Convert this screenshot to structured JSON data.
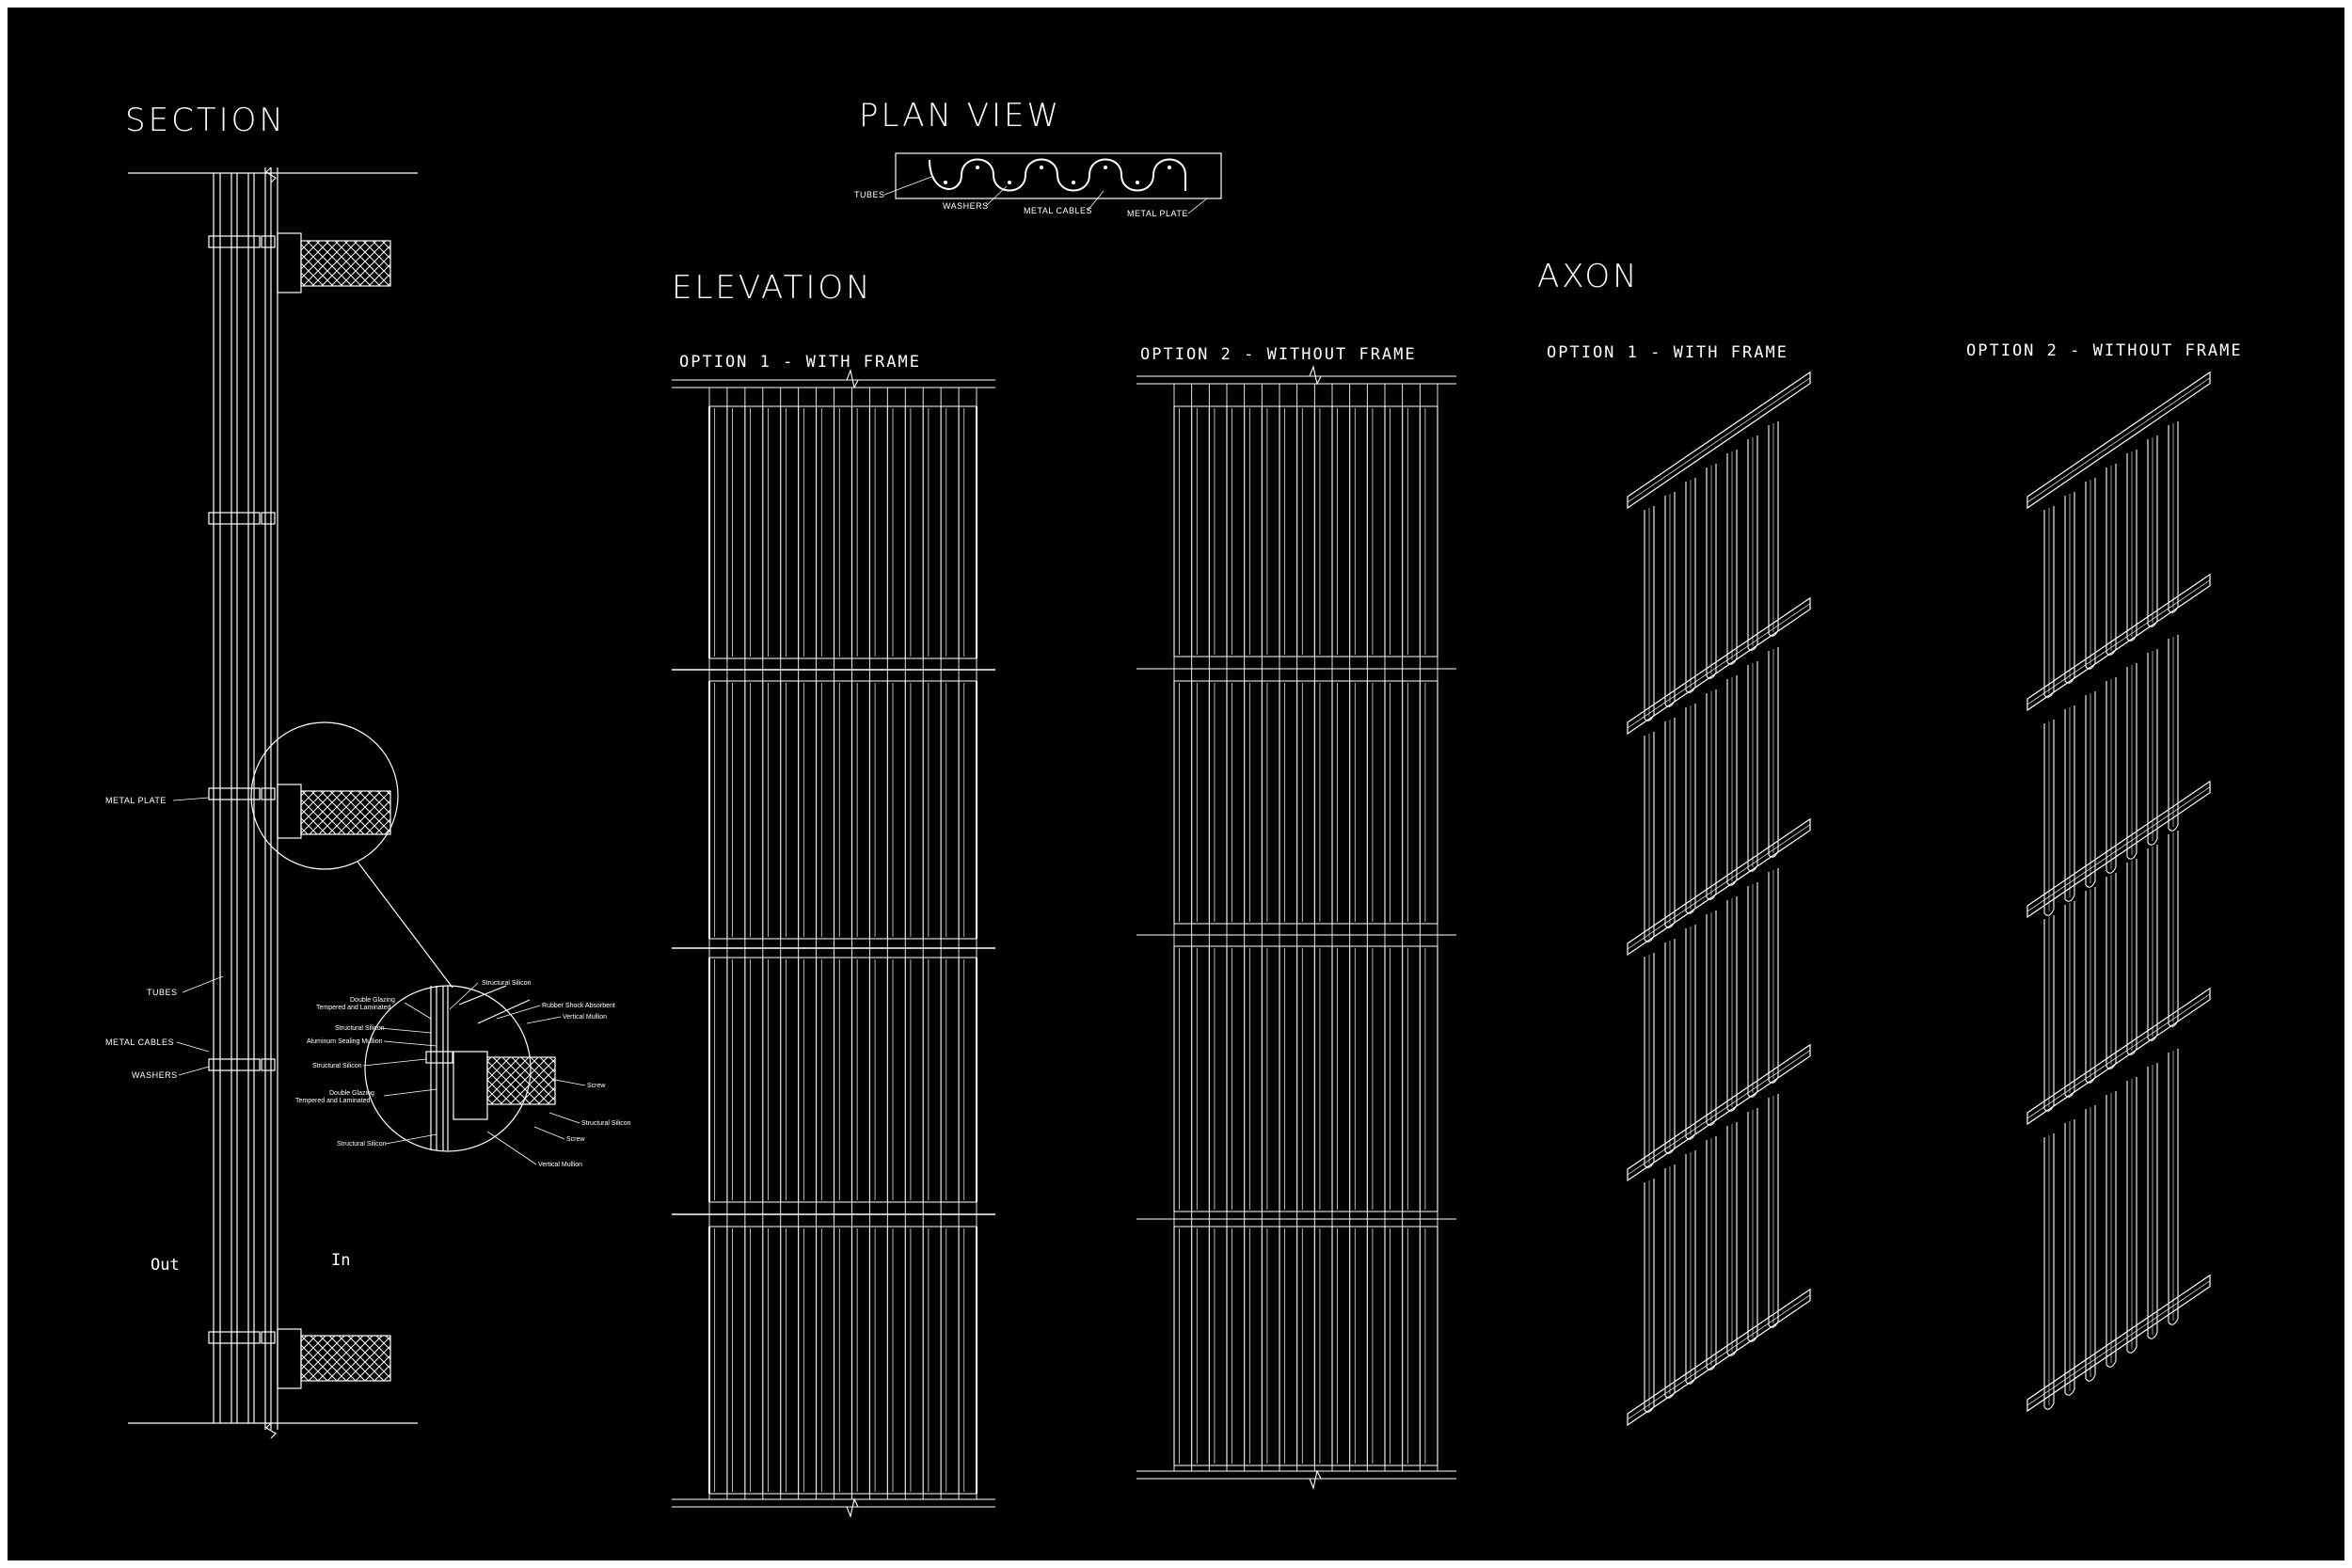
{
  "section": {
    "title": "SECTION",
    "labels": {
      "metal_plate": "METAL PLATE",
      "tubes": "TUBES",
      "metal_cables": "METAL CABLES",
      "washers": "WASHERS",
      "out": "Out",
      "in": "In"
    },
    "detail_labels": [
      "Structural Silicon",
      "Double Glazing",
      "Tempered and Laminated",
      "Rubber Shock Absorbent",
      "Vertical Mullion",
      "Structural Silicon",
      "Aluminum Sealing Mullion",
      "Structural Silicon",
      "Double Glazing",
      "Tempered and Laminated",
      "Screw",
      "Structural Silicon",
      "Screw",
      "Structural Silicon",
      "Vertical Mullion"
    ]
  },
  "plan": {
    "title": "PLAN VIEW",
    "labels": {
      "tubes": "TUBES",
      "washers": "WASHERS",
      "metal_cables": "METAL CABLES",
      "metal_plate": "METAL PLATE"
    }
  },
  "elevation": {
    "title": "ELEVATION",
    "option1": "OPTION 1 - WITH FRAME",
    "option2": "OPTION 2 - WITHOUT FRAME"
  },
  "axon": {
    "title": "AXON",
    "option1": "OPTION 1 - WITH FRAME",
    "option2": "OPTION 2 - WITHOUT FRAME"
  }
}
